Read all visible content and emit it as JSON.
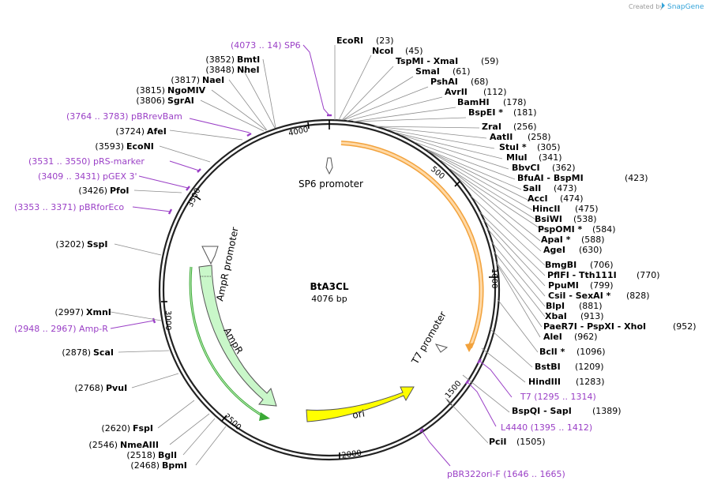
{
  "credit": {
    "created_by": "Created by",
    "brand": "SnapGene"
  },
  "plasmid": {
    "name": "BtA3CL",
    "length": "4076 bp"
  },
  "ruler": [
    "500",
    "1000",
    "1500",
    "2000",
    "2500",
    "3000",
    "3500",
    "4000"
  ],
  "features": {
    "sp6_promoter": "SP6 promoter",
    "ampr_promoter": "AmpR promoter",
    "ampr": "AmpR",
    "ori": "ori",
    "t7_promoter": "T7 promoter"
  },
  "sites_left": [
    {
      "pos": "(3852)",
      "name": "BmtI"
    },
    {
      "pos": "(3848)",
      "name": "NheI"
    },
    {
      "pos": "(3817)",
      "name": "NaeI"
    },
    {
      "pos": "(3815)",
      "name": "NgoMIV"
    },
    {
      "pos": "(3806)",
      "name": "SgrAI"
    },
    {
      "pos": "(3724)",
      "name": "AfeI"
    },
    {
      "pos": "(3593)",
      "name": "EcoNI"
    },
    {
      "pos": "(3426)",
      "name": "PfoI"
    },
    {
      "pos": "(3202)",
      "name": "SspI"
    },
    {
      "pos": "(2997)",
      "name": "XmnI"
    },
    {
      "pos": "(2878)",
      "name": "ScaI"
    },
    {
      "pos": "(2768)",
      "name": "PvuI"
    },
    {
      "pos": "(2620)",
      "name": "FspI"
    },
    {
      "pos": "(2546)",
      "name": "NmeAIII"
    },
    {
      "pos": "(2518)",
      "name": "BglI"
    },
    {
      "pos": "(2468)",
      "name": "BpmI"
    }
  ],
  "primers_left": [
    {
      "pos": "(4073 .. 14)",
      "name": "SP6"
    },
    {
      "pos": "(3764 .. 3783)",
      "name": "pBRrevBam"
    },
    {
      "pos": "(3531 .. 3550)",
      "name": "pRS-marker"
    },
    {
      "pos": "(3409 .. 3431)",
      "name": "pGEX 3'"
    },
    {
      "pos": "(3353 .. 3371)",
      "name": "pBRforEco"
    },
    {
      "pos": "(2948 .. 2967)",
      "name": "Amp-R"
    }
  ],
  "sites_right": [
    {
      "name": "EcoRI",
      "pos": "(23)"
    },
    {
      "name": "NcoI",
      "pos": "(45)"
    },
    {
      "name": "TspMI",
      "sep": "- XmaI",
      "pos": "(59)"
    },
    {
      "name": "SmaI",
      "pos": "(61)"
    },
    {
      "name": "PshAI",
      "pos": "(68)"
    },
    {
      "name": "AvrII",
      "pos": "(112)"
    },
    {
      "name": "BamHI",
      "pos": "(178)"
    },
    {
      "name": "BspEI *",
      "pos": "(181)"
    },
    {
      "name": "ZraI",
      "pos": "(256)"
    },
    {
      "name": "AatII",
      "pos": "(258)"
    },
    {
      "name": "StuI *",
      "pos": "(305)"
    },
    {
      "name": "MluI",
      "pos": "(341)"
    },
    {
      "name": "BbvCI",
      "pos": "(362)"
    },
    {
      "name": "BfuAI",
      "sep": "- BspMI",
      "pos": "(423)"
    },
    {
      "name": "SalI",
      "pos": "(473)"
    },
    {
      "name": "AccI",
      "pos": "(474)"
    },
    {
      "name": "HincII",
      "pos": "(475)"
    },
    {
      "name": "BsiWI",
      "pos": "(538)"
    },
    {
      "name": "PspOMI *",
      "pos": "(584)"
    },
    {
      "name": "ApaI *",
      "pos": "(588)"
    },
    {
      "name": "AgeI",
      "pos": "(630)"
    },
    {
      "name": "BmgBI",
      "pos": "(706)"
    },
    {
      "name": "PflFI",
      "sep": "- Tth111I",
      "pos": "(770)"
    },
    {
      "name": "PpuMI",
      "pos": "(799)"
    },
    {
      "name": "CsiI",
      "sep": "- SexAI *",
      "pos": "(828)"
    },
    {
      "name": "BlpI",
      "pos": "(881)"
    },
    {
      "name": "XbaI",
      "pos": "(913)"
    },
    {
      "name": "PaeR7I",
      "sep": "- PspXI   - XhoI",
      "pos": "(952)"
    },
    {
      "name": "AleI",
      "pos": "(962)"
    },
    {
      "name": "BclI *",
      "pos": "(1096)"
    },
    {
      "name": "BstBI",
      "pos": "(1209)"
    },
    {
      "name": "HindIII",
      "pos": "(1283)"
    },
    {
      "name": "BspQI",
      "sep": "- SapI",
      "pos": "(1389)"
    },
    {
      "name": "PciI",
      "pos": "(1505)"
    }
  ],
  "primers_right": [
    {
      "name": "T7",
      "pos": "(1295 .. 1314)"
    },
    {
      "name": "L4440",
      "pos": "(1395 .. 1412)"
    },
    {
      "name": "pBR322ori-F",
      "pos": "(1646 .. 1665)"
    }
  ]
}
